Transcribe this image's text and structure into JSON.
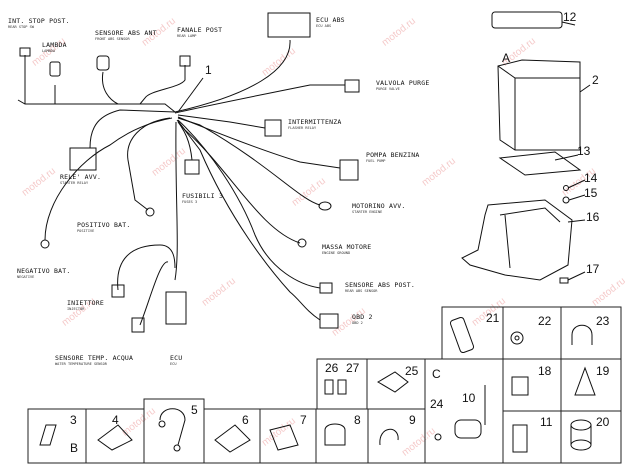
{
  "labels": {
    "int_stop": "INT. STOP POST.",
    "int_stop_sub": "REAR STOP SW",
    "lambda": "LAMBDA",
    "lambda_sub": "LAMBDA",
    "abs_ant": "SENSORE ABS ANT",
    "abs_ant_sub": "FRONT ABS SENSOR",
    "fanale": "FANALE POST",
    "fanale_sub": "REAR LAMP",
    "ecu_abs": "ECU ABS",
    "ecu_abs_sub": "ECU ABS",
    "valvola": "VALVOLA PURGE",
    "valvola_sub": "PURGE VALVE",
    "intermittenza": "INTERMITTENZA",
    "intermittenza_sub": "FLASHER RELAY",
    "pompa": "POMPA BENZINA",
    "pompa_sub": "FUEL PUMP",
    "rele": "RELE' AVV.",
    "rele_sub": "STARTER RELAY",
    "fusibili": "FUSIBILI 3",
    "fusibili_sub": "FUSES 3",
    "motorino": "MOTORINO AVV.",
    "motorino_sub": "STARTER ENGINE",
    "positivo": "POSITIVO BAT.",
    "positivo_sub": "POSITIVE",
    "massa": "MASSA MOTORE",
    "massa_sub": "ENGINE GROUND",
    "negativo": "NEGATIVO BAT.",
    "negativo_sub": "NEGATIVE",
    "abs_post": "SENSORE ABS POST.",
    "abs_post_sub": "REAR ABS SENSOR",
    "iniettore": "INIETTORE",
    "iniettore_sub": "INJECTOR",
    "obd": "OBD 2",
    "obd_sub": "OBD 2",
    "sensore_temp": "SENSORE TEMP. ACQUA",
    "sensore_temp_sub": "WATER TEMPERATURE SENSOR",
    "ecu": "ECU",
    "ecu_sub": "ECU"
  },
  "part_numbers": {
    "p1": "1",
    "p2": "2",
    "p3": "3",
    "p4": "4",
    "p5": "5",
    "p6": "6",
    "p7": "7",
    "p8": "8",
    "p9": "9",
    "p10": "10",
    "p11": "11",
    "p12": "12",
    "p13": "13",
    "p14": "14",
    "p15": "15",
    "p16": "16",
    "p17": "17",
    "p18": "18",
    "p19": "19",
    "p20": "20",
    "p21": "21",
    "p22": "22",
    "p23": "23",
    "p24": "24",
    "p25": "25",
    "p26": "26",
    "p27": "27"
  },
  "group_letters": {
    "a": "A",
    "b": "B",
    "c": "C"
  },
  "watermark": "motod.ru"
}
